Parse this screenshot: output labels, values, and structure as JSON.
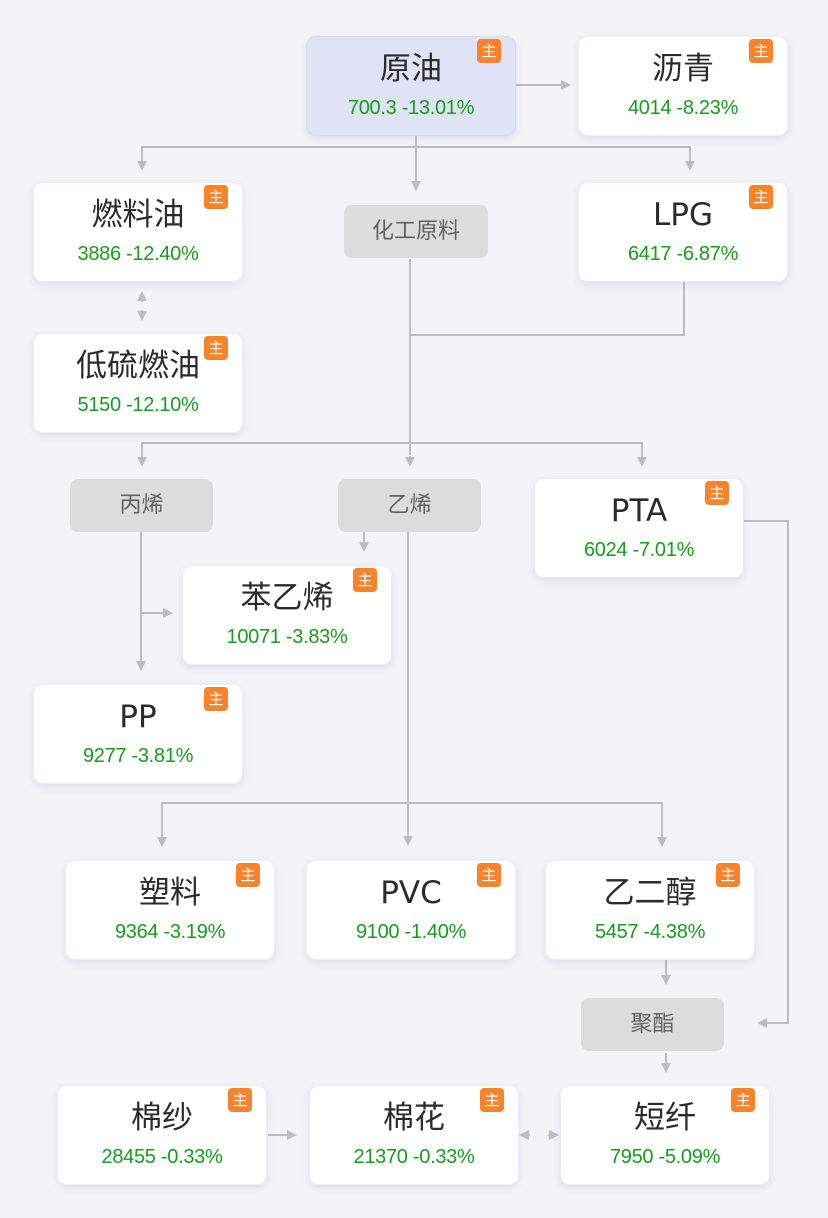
{
  "badge_label": "主",
  "colors": {
    "background": "#f4f4f6",
    "down": "#169d1b",
    "badge": "#f7832b",
    "highlight": "#dfe3f5",
    "connector": "#bdbdbd",
    "category": "#dcdcdc"
  },
  "nodes": {
    "crude": {
      "name": "原油",
      "price": "700.3",
      "change": "-13.01%",
      "quote": "700.3 -13.01%"
    },
    "asphalt": {
      "name": "沥青",
      "price": "4014",
      "change": "-8.23%",
      "quote": "4014 -8.23%"
    },
    "fuel_oil": {
      "name": "燃料油",
      "price": "3886",
      "change": "-12.40%",
      "quote": "3886 -12.40%"
    },
    "lpg": {
      "name": "LPG",
      "price": "6417",
      "change": "-6.87%",
      "quote": "6417 -6.87%"
    },
    "lsfo": {
      "name": "低硫燃油",
      "price": "5150",
      "change": "-12.10%",
      "quote": "5150 -12.10%"
    },
    "pta": {
      "name": "PTA",
      "price": "6024",
      "change": "-7.01%",
      "quote": "6024 -7.01%"
    },
    "styrene": {
      "name": "苯乙烯",
      "price": "10071",
      "change": "-3.83%",
      "quote": "10071 -3.83%"
    },
    "pp": {
      "name": "PP",
      "price": "9277",
      "change": "-3.81%",
      "quote": "9277 -3.81%"
    },
    "plastic": {
      "name": "塑料",
      "price": "9364",
      "change": "-3.19%",
      "quote": "9364 -3.19%"
    },
    "pvc": {
      "name": "PVC",
      "price": "9100",
      "change": "-1.40%",
      "quote": "9100 -1.40%"
    },
    "eg": {
      "name": "乙二醇",
      "price": "5457",
      "change": "-4.38%",
      "quote": "5457 -4.38%"
    },
    "cotton_yarn": {
      "name": "棉纱",
      "price": "28455",
      "change": "-0.33%",
      "quote": "28455 -0.33%"
    },
    "cotton": {
      "name": "棉花",
      "price": "21370",
      "change": "-0.33%",
      "quote": "21370 -0.33%"
    },
    "psf": {
      "name": "短纤",
      "price": "7950",
      "change": "-5.09%",
      "quote": "7950 -5.09%"
    }
  },
  "categories": {
    "chem_feedstock": "化工原料",
    "propylene": "丙烯",
    "ethylene": "乙烯",
    "polyester": "聚酯"
  }
}
